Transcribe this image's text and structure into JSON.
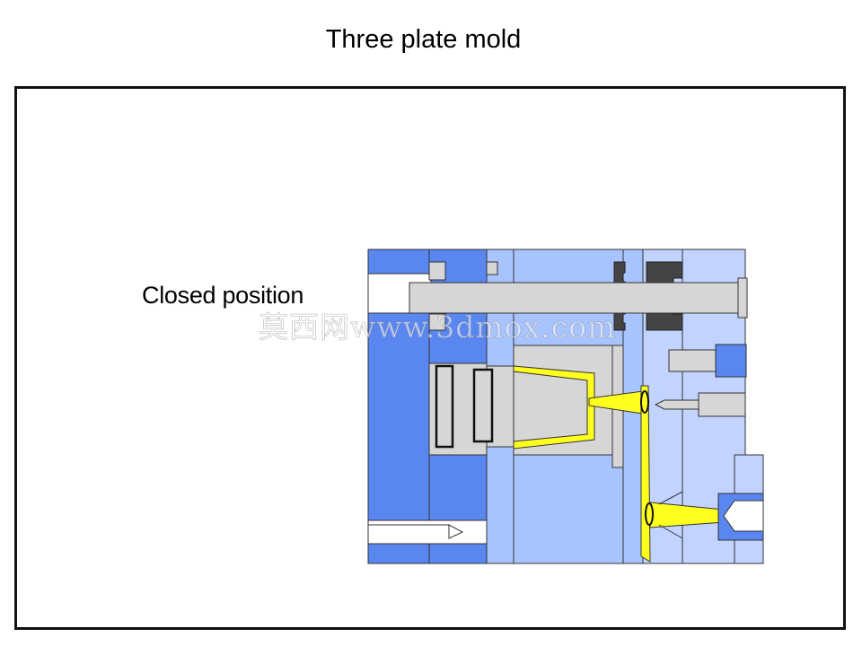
{
  "title": "Three plate mold",
  "state_label": "Closed position",
  "watermark": "莫西网www.3dmox.com",
  "colors": {
    "plate_dark_blue": "#5a86f0",
    "plate_mid_blue": "#a8c4ff",
    "plate_light_blue": "#c2d3ff",
    "steel_gray": "#d6d6d6",
    "dark_bushing": "#444444",
    "melt_yellow": "#ffff1e",
    "outline": "#333333"
  }
}
